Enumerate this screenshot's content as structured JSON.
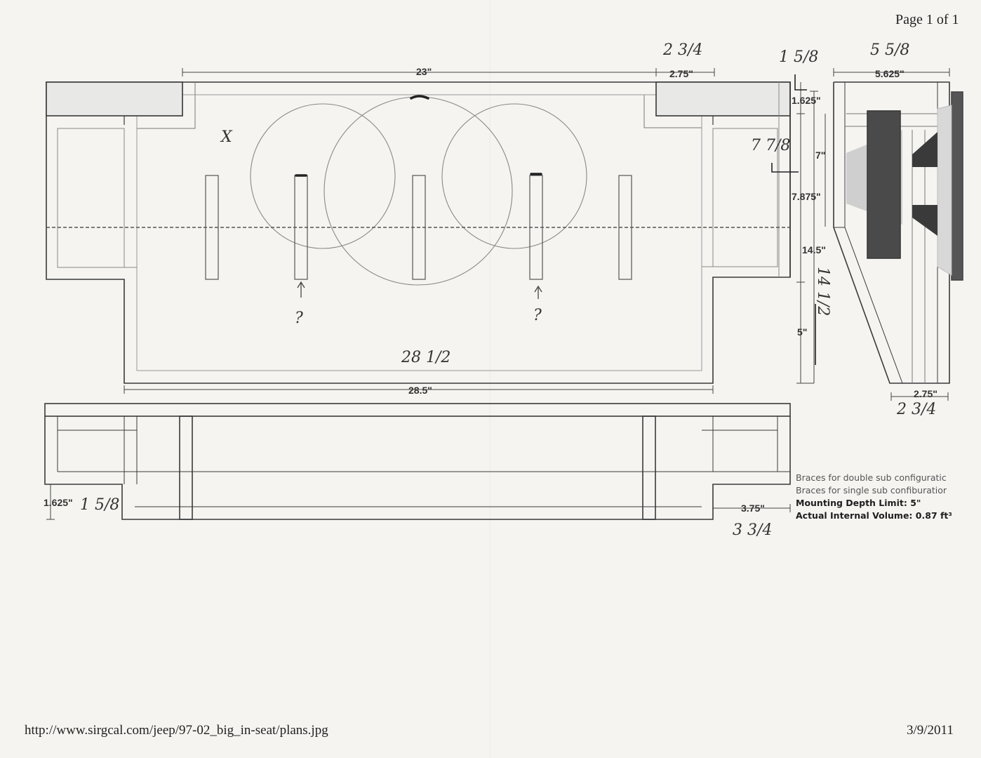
{
  "header": {
    "page_label": "Page 1 of 1"
  },
  "footer": {
    "url": "http://www.sirgcal.com/jeep/97-02_big_in-seat/plans.jpg",
    "date": "3/9/2011"
  },
  "dimensions": {
    "width_top": "23\"",
    "step_top": "2.75\"",
    "side_depth": "5.625\"",
    "top_depth": "1.625\"",
    "h_7": "7\"",
    "h_7875": "7.875\"",
    "h_145": "14.5\"",
    "h_5": "5\"",
    "width_bottom": "28.5\"",
    "side_bottom": "2.75\"",
    "base_height": "1.625\"",
    "base_step": "3.75\""
  },
  "handwriting": {
    "two_three_quarters_top": "2 3/4",
    "one_five_eighths_top": "1 5/8",
    "five_five_eighths": "5 5/8",
    "x_mark": "X",
    "seven_seven_eighths": "7 7/8",
    "fourteen_half": "14 1/2",
    "q1": "?",
    "q2": "?",
    "twenty_eight_half": "28 1/2",
    "two_three_quarters_side": "2 3/4",
    "one_five_eighths_bottom": "1 5/8",
    "three_three_quarters": "3 3/4"
  },
  "legend": {
    "line1": "Braces for double sub configuratic",
    "line2": "Braces for single sub confiburatior",
    "depth_label": "Mounting Depth Limit:",
    "depth_value": "5\"",
    "volume_label": "Actual Internal Volume:",
    "volume_value": "0.87 ft³"
  },
  "colors": {
    "line": "#3a3a3a",
    "faint": "#9a9a9a",
    "driver": "#4a4a4a"
  }
}
